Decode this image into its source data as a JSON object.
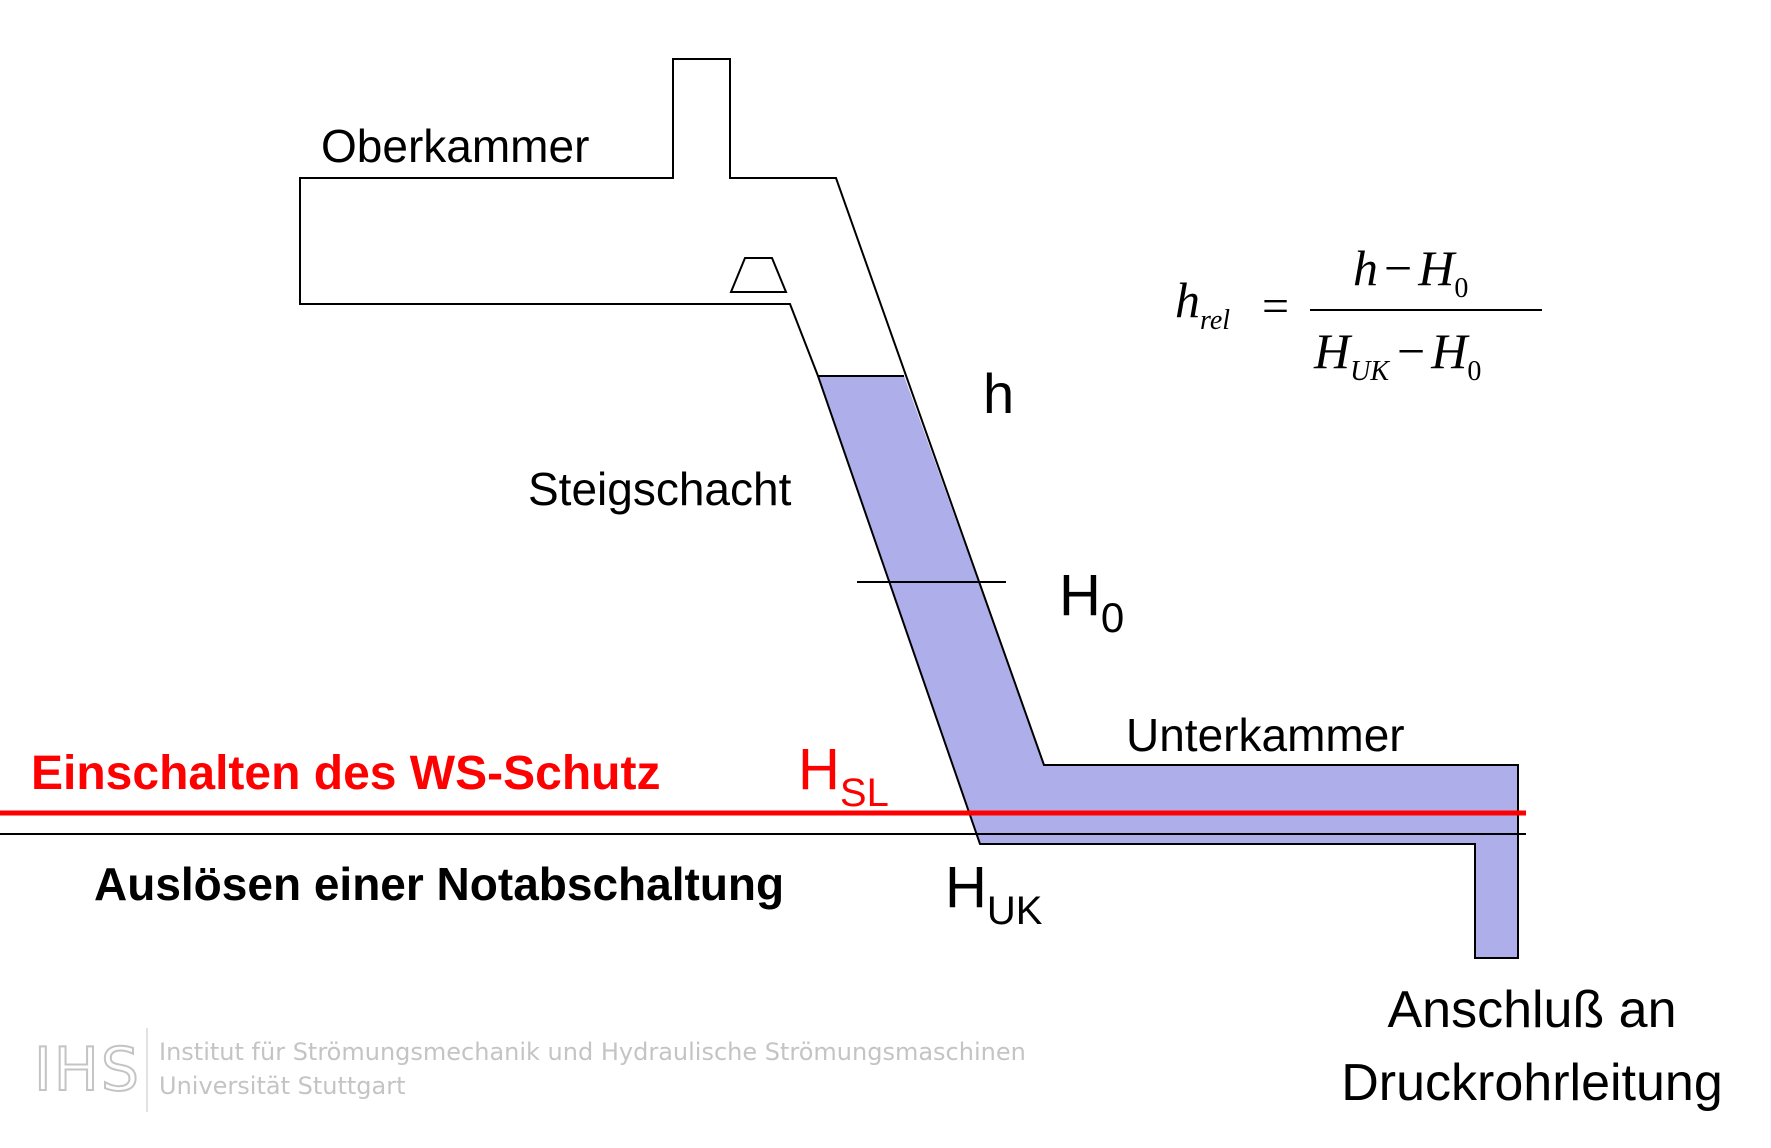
{
  "labels": {
    "oberkammer": "Oberkammer",
    "steigschacht": "Steigschacht",
    "unterkammer": "Unterkammer",
    "anschluss_line1": "Anschluß an",
    "anschluss_line2": "Druckrohrleitung",
    "einschalten": "Einschalten des WS-Schutz",
    "ausloesen": "Auslösen einer Notabschaltung"
  },
  "levels": {
    "h": {
      "main": "h"
    },
    "h0": {
      "main": "H",
      "sub": "0"
    },
    "hsl": {
      "main": "H",
      "sub": "SL"
    },
    "huk": {
      "main": "H",
      "sub": "UK"
    }
  },
  "formula": {
    "lhs_main": "h",
    "lhs_sub": "rel",
    "equals": "=",
    "num_h": "h",
    "num_minus": "−",
    "num_H": "H",
    "num_sub": "0",
    "den_H1": "H",
    "den_sub1": "UK",
    "den_minus": "−",
    "den_H2": "H",
    "den_sub2": "0"
  },
  "footer": {
    "logo": "IHS",
    "line1": "Institut für Strömungsmechanik und Hydraulische Strömungsmaschinen",
    "line2": "Universität Stuttgart"
  },
  "colors": {
    "water": "#aeaeeb",
    "alarm_line": "#ff0000",
    "text": "#000000",
    "footer": "#c4c4c4"
  }
}
